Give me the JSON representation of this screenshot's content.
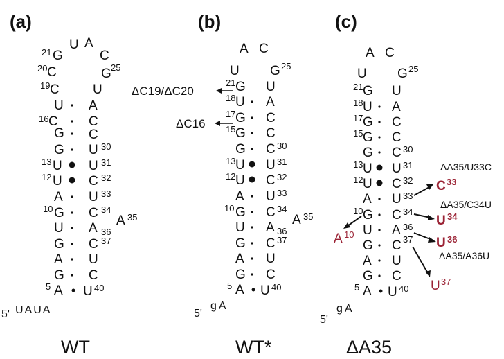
{
  "colors": {
    "text": "#111111",
    "highlight": "#9b2335"
  },
  "panels": {
    "a": {
      "letter": "(a)",
      "caption": "WT",
      "loop": [
        "U",
        "A",
        "C",
        "G",
        "C",
        "C",
        "G",
        "U"
      ],
      "nums": {
        "n21": "21",
        "n20": "20",
        "n19": "19",
        "n25": "25",
        "n16": "16",
        "n30": "30",
        "n13": "13",
        "n31": "31",
        "n12": "12",
        "n32": "32",
        "n33": "33",
        "n10": "10",
        "n34": "34",
        "n36": "36",
        "n37": "37",
        "n5": "5",
        "n40": "40",
        "n35": "35"
      },
      "left": [
        "U",
        "C",
        "G",
        "G",
        "U",
        "U",
        "A",
        "G",
        "U",
        "G",
        "A",
        "G",
        "A"
      ],
      "right": [
        "A",
        "C",
        "C",
        "U",
        "U",
        "C",
        "U",
        "C",
        "A",
        "C",
        "U",
        "C",
        "U"
      ],
      "bulge": "A",
      "tail_prime": "5'",
      "tail": "UAUA"
    },
    "b": {
      "letter": "(b)",
      "caption": "WT*",
      "loop": [
        "A",
        "C",
        "U",
        "G"
      ],
      "nums": {
        "n25": "25",
        "n21": "21",
        "n18": "18",
        "n17": "17",
        "n15": "15",
        "n30": "30",
        "n13": "13",
        "n31": "31",
        "n12": "12",
        "n32": "32",
        "n33": "33",
        "n10": "10",
        "n34": "34",
        "n36": "36",
        "n37": "37",
        "n5": "5",
        "n40": "40",
        "n35": "35"
      },
      "left": [
        "G",
        "U",
        "G",
        "G",
        "G",
        "U",
        "U",
        "A",
        "G",
        "U",
        "G",
        "A",
        "G",
        "A"
      ],
      "right": [
        "U",
        "A",
        "C",
        "C",
        "C",
        "U",
        "C",
        "U",
        "C",
        "A",
        "C",
        "U",
        "C",
        "U"
      ],
      "bulge": "A",
      "tail_prime": "5'",
      "tail": "gA",
      "annotations": {
        "del19_20": "ΔC19/ΔC20",
        "del16": "ΔC16"
      }
    },
    "c": {
      "letter": "(c)",
      "caption": "ΔA35",
      "loop": [
        "A",
        "C",
        "U",
        "G"
      ],
      "nums": {
        "n25": "25",
        "n21": "21",
        "n18": "18",
        "n17": "17",
        "n15": "15",
        "n30": "30",
        "n13": "13",
        "n31": "31",
        "n12": "12",
        "n32": "32",
        "n33": "33",
        "n10": "10",
        "n34": "34",
        "n36": "36",
        "n37": "37",
        "n5": "5",
        "n40": "40"
      },
      "left": [
        "G",
        "U",
        "G",
        "G",
        "G",
        "U",
        "U",
        "A",
        "G",
        "U",
        "G",
        "A",
        "G",
        "A"
      ],
      "right": [
        "U",
        "A",
        "C",
        "C",
        "C",
        "U",
        "C",
        "U",
        "C",
        "A",
        "C",
        "U",
        "C",
        "U"
      ],
      "tail_prime": "5'",
      "tail": "gA",
      "mutants": {
        "m1_label": "ΔA35/U33C",
        "m1_base": "C",
        "m1_num": "33",
        "m2_label": "ΔA35/C34U",
        "m2_base": "U",
        "m2_num": "34",
        "m3_base": "U",
        "m3_num": "36",
        "m3_label": "ΔA35/A36U",
        "m4_base": "U",
        "m4_num": "37",
        "m5_base": "A",
        "m5_num": "10"
      }
    }
  }
}
